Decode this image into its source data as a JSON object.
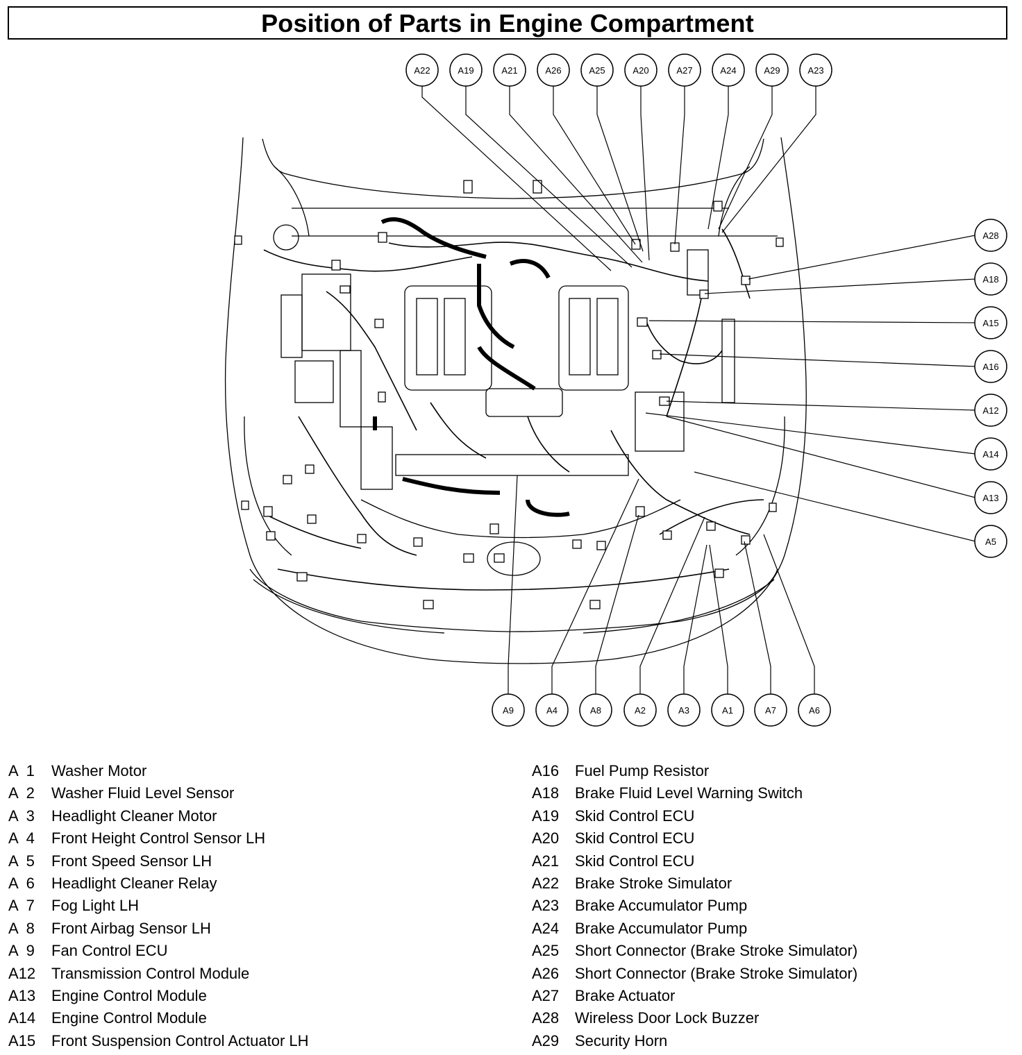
{
  "title": "Position of Parts in Engine Compartment",
  "callouts_top": [
    "A22",
    "A19",
    "A21",
    "A26",
    "A25",
    "A20",
    "A27",
    "A24",
    "A29",
    "A23"
  ],
  "callouts_right": [
    "A28",
    "A18",
    "A15",
    "A16",
    "A12",
    "A14",
    "A13",
    "A5"
  ],
  "callouts_bottom": [
    "A9",
    "A4",
    "A8",
    "A2",
    "A3",
    "A1",
    "A7",
    "A6"
  ],
  "legend_left": [
    {
      "code": "A  1",
      "name": "Washer Motor"
    },
    {
      "code": "A  2",
      "name": "Washer Fluid Level Sensor"
    },
    {
      "code": "A  3",
      "name": "Headlight Cleaner Motor"
    },
    {
      "code": "A  4",
      "name": "Front Height Control Sensor LH"
    },
    {
      "code": "A  5",
      "name": "Front Speed Sensor LH"
    },
    {
      "code": "A  6",
      "name": "Headlight Cleaner Relay"
    },
    {
      "code": "A  7",
      "name": "Fog Light LH"
    },
    {
      "code": "A  8",
      "name": "Front Airbag Sensor LH"
    },
    {
      "code": "A  9",
      "name": "Fan Control ECU"
    },
    {
      "code": "A12",
      "name": "Transmission Control Module"
    },
    {
      "code": "A13",
      "name": "Engine Control Module"
    },
    {
      "code": "A14",
      "name": "Engine Control Module"
    },
    {
      "code": "A15",
      "name": "Front Suspension Control Actuator LH"
    }
  ],
  "legend_right": [
    {
      "code": "A16",
      "name": "Fuel Pump Resistor"
    },
    {
      "code": "A18",
      "name": "Brake Fluid Level Warning Switch"
    },
    {
      "code": "A19",
      "name": "Skid Control ECU"
    },
    {
      "code": "A20",
      "name": "Skid Control ECU"
    },
    {
      "code": "A21",
      "name": "Skid Control ECU"
    },
    {
      "code": "A22",
      "name": "Brake Stroke Simulator"
    },
    {
      "code": "A23",
      "name": "Brake Accumulator Pump"
    },
    {
      "code": "A24",
      "name": "Brake Accumulator Pump"
    },
    {
      "code": "A25",
      "name": "Short Connector (Brake Stroke Simulator)"
    },
    {
      "code": "A26",
      "name": "Short Connector (Brake Stroke Simulator)"
    },
    {
      "code": "A27",
      "name": "Brake Actuator"
    },
    {
      "code": "A28",
      "name": "Wireless Door Lock Buzzer"
    },
    {
      "code": "A29",
      "name": "Security Horn"
    }
  ]
}
